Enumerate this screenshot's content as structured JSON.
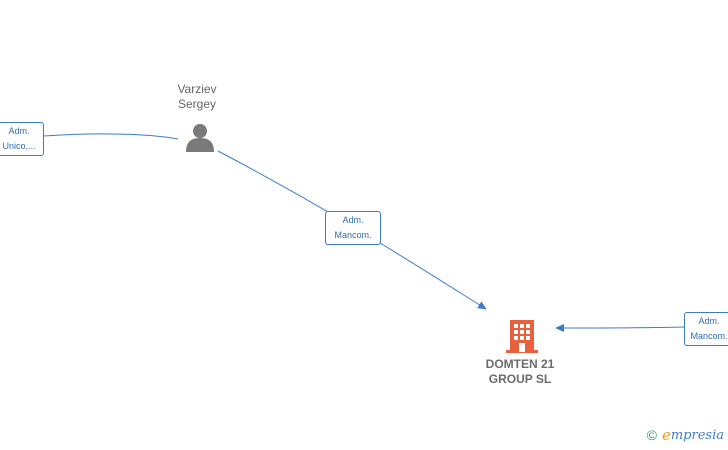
{
  "nodes": {
    "person": {
      "name_line1": "Varziev",
      "name_line2": "Sergey",
      "icon": "person-icon"
    },
    "company": {
      "name_line1": "DOMTEN 21",
      "name_line2": "GROUP  SL",
      "icon": "building-icon"
    }
  },
  "edges": {
    "left": {
      "line1": "Adm.",
      "line2": "Unico,..."
    },
    "middle": {
      "line1": "Adm.",
      "line2": "Mancom."
    },
    "right": {
      "line1": "Adm.",
      "line2": "Mancom."
    }
  },
  "footer": {
    "copyright": "©",
    "brand_first": "e",
    "brand_rest": "mpresia"
  },
  "colors": {
    "edge": "#3d7cc9",
    "company_icon": "#e8613c",
    "person_icon": "#7a7a7a"
  }
}
